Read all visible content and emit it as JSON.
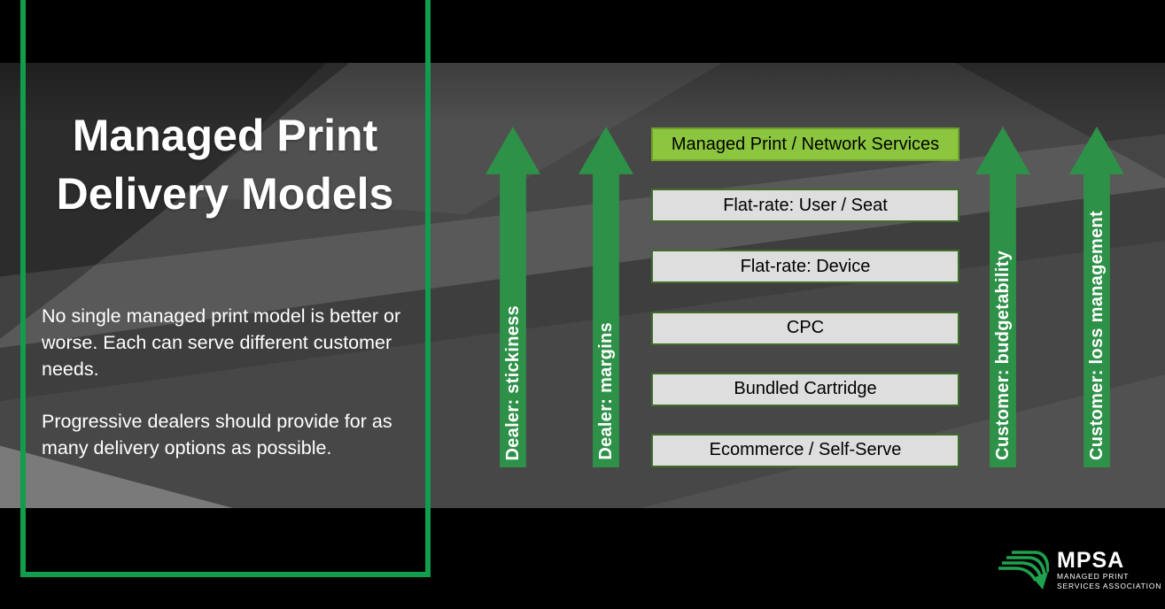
{
  "slide": {
    "title": {
      "line1": "Managed Print",
      "line2": "Delivery Models"
    },
    "intro": {
      "paragraph1": "No single managed print model is better or worse. Each can serve different customer needs.",
      "paragraph2": "Progressive dealers should provide for as many delivery options as possible."
    }
  },
  "arrows": [
    {
      "id": "dealer-stickiness",
      "label": "Dealer:  stickiness",
      "side": "left"
    },
    {
      "id": "dealer-margins",
      "label": "Dealer:  margins",
      "side": "left"
    },
    {
      "id": "customer-budgetability",
      "label": "Customer:  budgetability",
      "side": "right"
    },
    {
      "id": "customer-loss-management",
      "label": "Customer:  loss management",
      "side": "right"
    }
  ],
  "models": [
    {
      "label": "Managed Print / Network Services",
      "highlight": true
    },
    {
      "label": "Flat-rate: User / Seat",
      "highlight": false
    },
    {
      "label": "Flat-rate: Device",
      "highlight": false
    },
    {
      "label": "CPC",
      "highlight": false
    },
    {
      "label": "Bundled Cartridge",
      "highlight": false
    },
    {
      "label": "Ecommerce / Self-Serve",
      "highlight": false
    }
  ],
  "logo": {
    "acronym": "MPSA",
    "line1": "MANAGED PRINT",
    "line2": "SERVICES ASSOCIATION"
  },
  "colors": {
    "frame_green": "#119c4e",
    "arrow_green": "#2e9148",
    "highlight_green": "#8cc63f",
    "box_fill": "#dedede",
    "box_border": "#3f6d2a",
    "background_black": "#000000",
    "photo_gray": "#474747",
    "text_white": "#ffffff"
  }
}
